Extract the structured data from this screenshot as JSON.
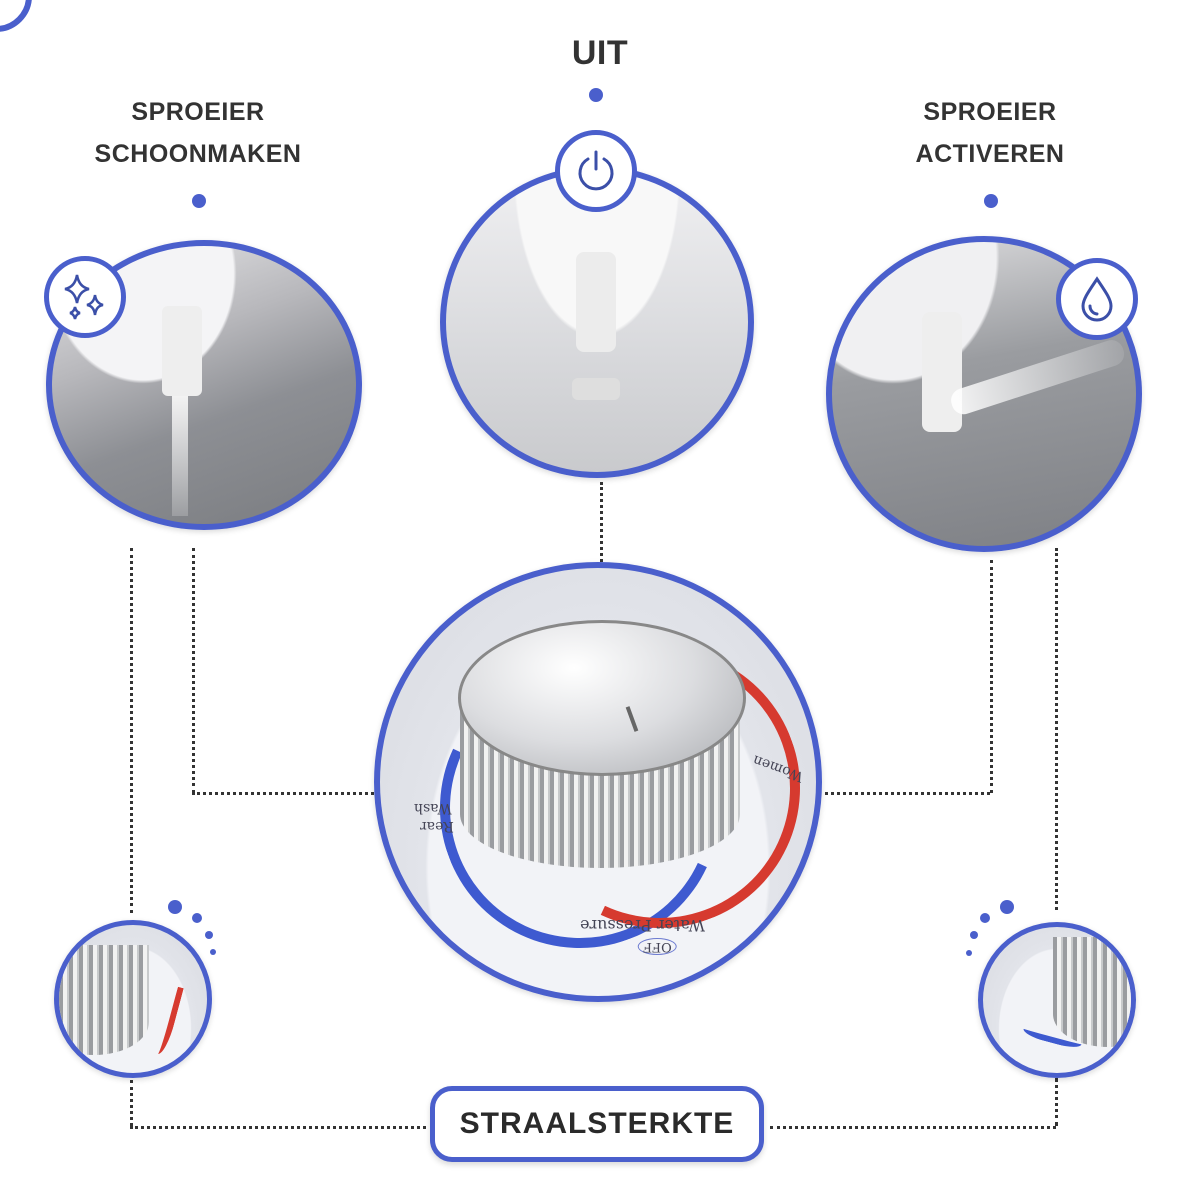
{
  "labels": {
    "off": "UIT",
    "clean_line1": "SPROEIER",
    "clean_line2": "SCHOONMAKEN",
    "activate_line1": "SPROEIER",
    "activate_line2": "ACTIVEREN",
    "pressure": "STRAALSTERKTE"
  },
  "dial": {
    "water_pressure": "Water Pressure",
    "off": "OFF",
    "rear_wash_line1": "Rear",
    "rear_wash_line2": "Wash",
    "women": "Women"
  },
  "icons": {
    "clean": "sparkles-icon",
    "off": "power-icon",
    "activate": "water-drop-icon"
  },
  "colors": {
    "accent": "#4a5fcc",
    "text": "#333333",
    "red_arc": "#d63a2f",
    "blue_arc": "#3e5ad0"
  }
}
